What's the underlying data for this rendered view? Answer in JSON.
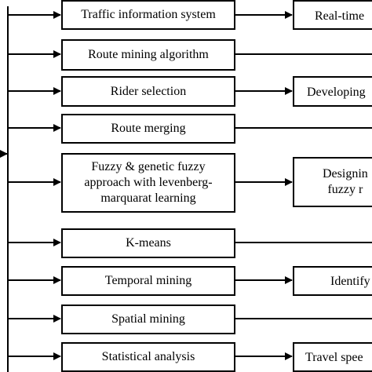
{
  "diagram": {
    "methods": [
      {
        "label": "Traffic information system",
        "outcome": "Real-time"
      },
      {
        "label": "Route mining  algorithm",
        "outcome": ""
      },
      {
        "label": "Rider selection",
        "outcome": "Developing"
      },
      {
        "label": "Route merging",
        "outcome": ""
      },
      {
        "label": "Fuzzy & genetic fuzzy\napproach with levenberg-\nmarquarat learning",
        "outcome": "Designin\nfuzzy r"
      },
      {
        "label": "K-means",
        "outcome": ""
      },
      {
        "label": "Temporal mining",
        "outcome": "Identify"
      },
      {
        "label": "Spatial mining",
        "outcome": ""
      },
      {
        "label": "Statistical analysis",
        "outcome": "Travel spee"
      }
    ]
  }
}
